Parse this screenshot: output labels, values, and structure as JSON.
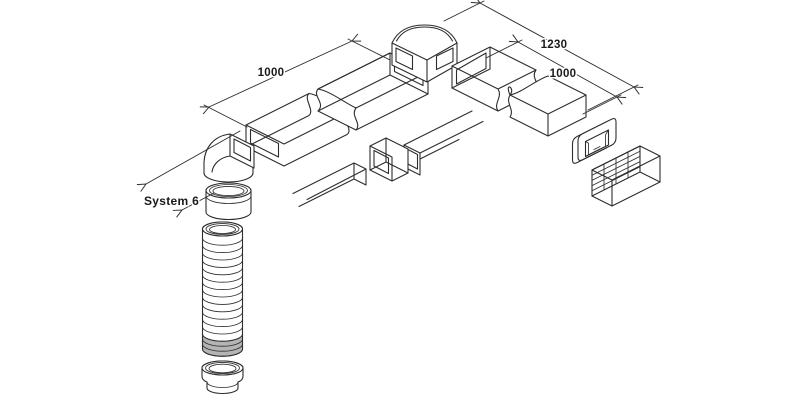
{
  "diagram": {
    "labels": {
      "duct_left_length": "1000",
      "total_right_length": "1230",
      "duct_right_length": "1000",
      "system": "System 6"
    },
    "colors": {
      "line": "#2d2d2d",
      "text": "#1a1a1a",
      "hose_shade": "#b4b4b4",
      "background": "#ffffff"
    }
  }
}
